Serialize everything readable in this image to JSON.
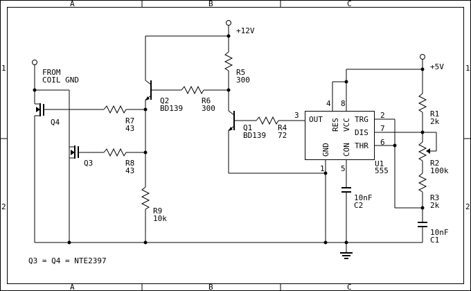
{
  "border": {
    "columns": [
      "A",
      "B",
      "C"
    ],
    "rows": [
      "1",
      "2"
    ]
  },
  "supply": {
    "v12": "+12V",
    "v5": "+5V"
  },
  "input": {
    "line1": "FROM",
    "line2": "COIL GND"
  },
  "note": "Q3 = Q4 = NTE2397",
  "components": {
    "q4": {
      "ref": "Q4"
    },
    "q3": {
      "ref": "Q3"
    },
    "q2": {
      "ref": "Q2",
      "value": "BD139"
    },
    "q1": {
      "ref": "Q1",
      "value": "BD139"
    },
    "r7": {
      "ref": "R7",
      "value": "43"
    },
    "r8": {
      "ref": "R8",
      "value": "43"
    },
    "r9": {
      "ref": "R9",
      "value": "10k"
    },
    "r6": {
      "ref": "R6",
      "value": "300"
    },
    "r5": {
      "ref": "R5",
      "value": "300"
    },
    "r4": {
      "ref": "R4",
      "value": "72"
    },
    "r1": {
      "ref": "R1",
      "value": "2k"
    },
    "r2": {
      "ref": "R2",
      "value": "100k"
    },
    "r3": {
      "ref": "R3",
      "value": "2k"
    },
    "c1": {
      "ref": "C1",
      "value": "10nF"
    },
    "c2": {
      "ref": "C2",
      "value": "10nF"
    },
    "u1": {
      "ref": "U1",
      "value": "555",
      "pins": {
        "out": "OUT",
        "res": "RES",
        "vcc": "VCC",
        "trg": "TRG",
        "dis": "DIS",
        "thr": "THR",
        "gnd": "GND",
        "con": "CON"
      },
      "pin_numbers": {
        "out": "3",
        "res": "4",
        "vcc": "8",
        "trg": "2",
        "dis": "7",
        "thr": "6",
        "gnd": "1",
        "con": "5"
      }
    }
  }
}
